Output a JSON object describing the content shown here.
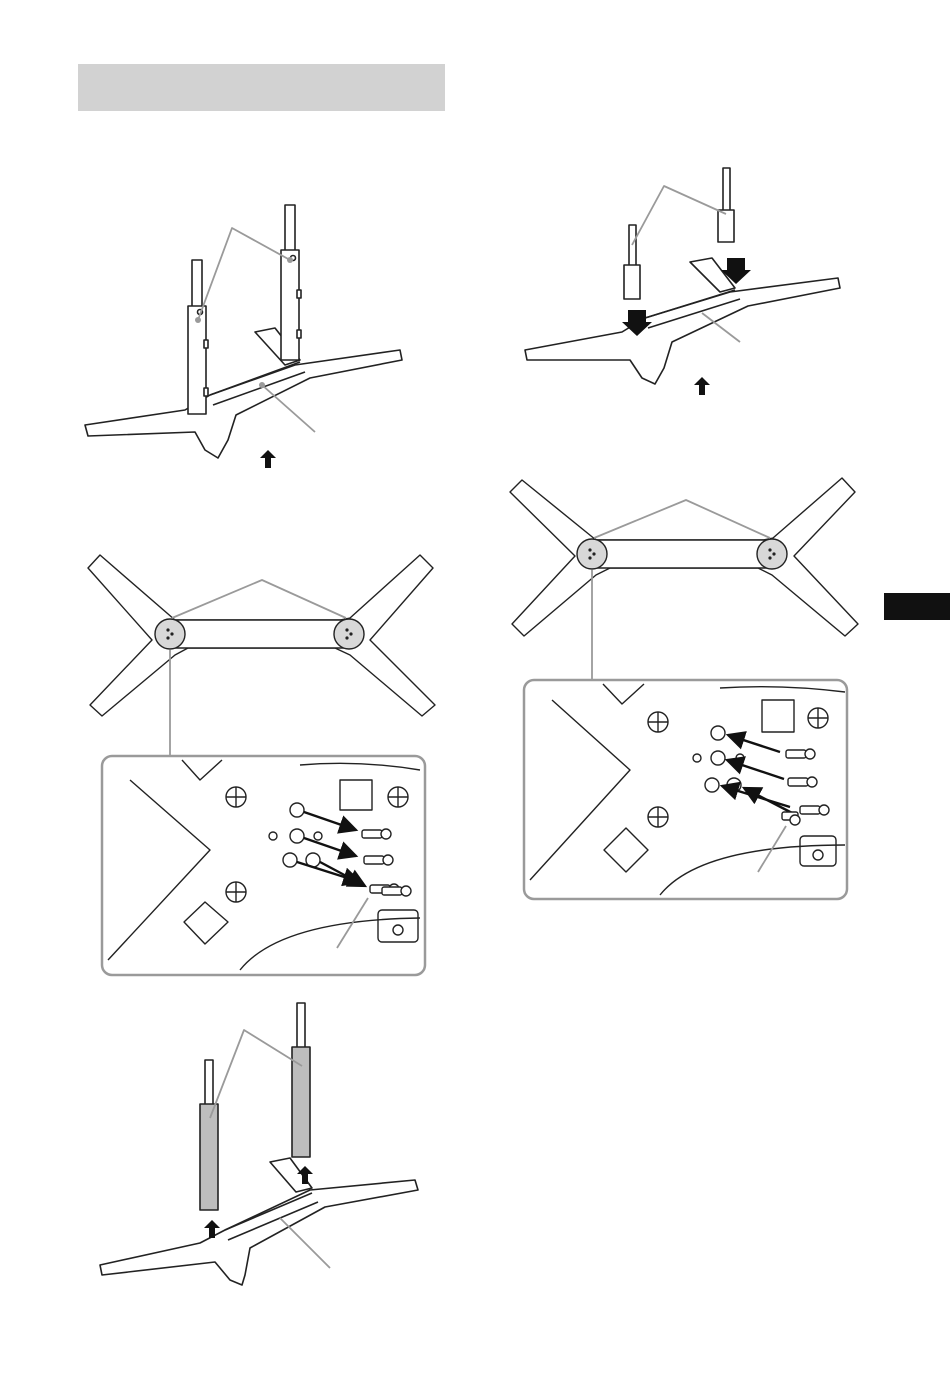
{
  "header": {
    "title": ""
  },
  "colors": {
    "header_bar": "#d2d2d2",
    "side_tab": "#111111",
    "callout_line": "#9a9a9a",
    "line_art": "#222222"
  },
  "figures": [
    {
      "id": "fig1",
      "subject": "stand-with-two-posts-attached",
      "icons": [
        "up-arrow-icon"
      ]
    },
    {
      "id": "fig2",
      "subject": "stand-underside-with-screw-detail",
      "icons": [
        "screw-icon",
        "arrow-icon"
      ]
    },
    {
      "id": "fig3",
      "subject": "posts-being-lifted-from-stand",
      "icons": [
        "up-arrow-icon"
      ]
    },
    {
      "id": "fig4",
      "subject": "posts-inserted-into-stand",
      "icons": [
        "down-arrow-icon",
        "up-arrow-icon"
      ]
    },
    {
      "id": "fig5",
      "subject": "stand-underside-with-screw-detail",
      "icons": [
        "screw-icon",
        "arrow-icon"
      ]
    }
  ],
  "side_tab": {
    "label": ""
  }
}
